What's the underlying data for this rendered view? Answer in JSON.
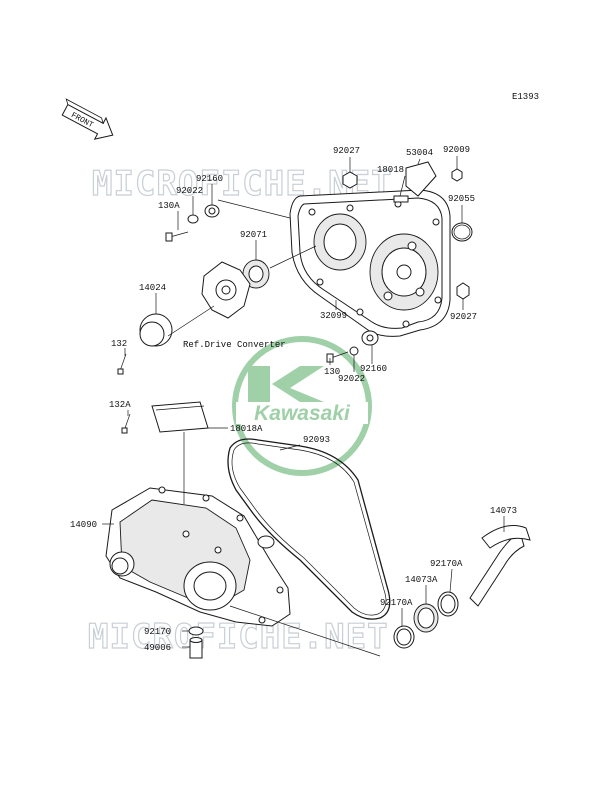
{
  "diagram_code": "E1393",
  "front_label": "FRONT",
  "watermark_text": "MICROFICHE.NET",
  "logo_text": "Kawasaki",
  "colors": {
    "logo_green": "#8fc89a",
    "watermark_gray": "#c8cfd5",
    "ink": "#1a1a1a"
  },
  "callouts": {
    "p92027_top": "92027",
    "p53004": "53004",
    "p92009": "92009",
    "p18018": "18018",
    "p92160_top": "92160",
    "p92022_top": "92022",
    "p130A": "130A",
    "p92055": "92055",
    "p92071": "92071",
    "p14024": "14024",
    "p32099": "32099",
    "p92027_right": "92027",
    "p132": "132",
    "ref_drive_converter": "Ref.Drive Converter",
    "p130": "130",
    "p92022_bottom": "92022",
    "p92160_bottom": "92160",
    "p132A": "132A",
    "p18018A": "18018A",
    "p92093": "92093",
    "p14090": "14090",
    "p14073": "14073",
    "p92170A_right": "92170A",
    "p14073A": "14073A",
    "p92170A_left": "92170A",
    "p92170": "92170",
    "p49006": "49006"
  }
}
